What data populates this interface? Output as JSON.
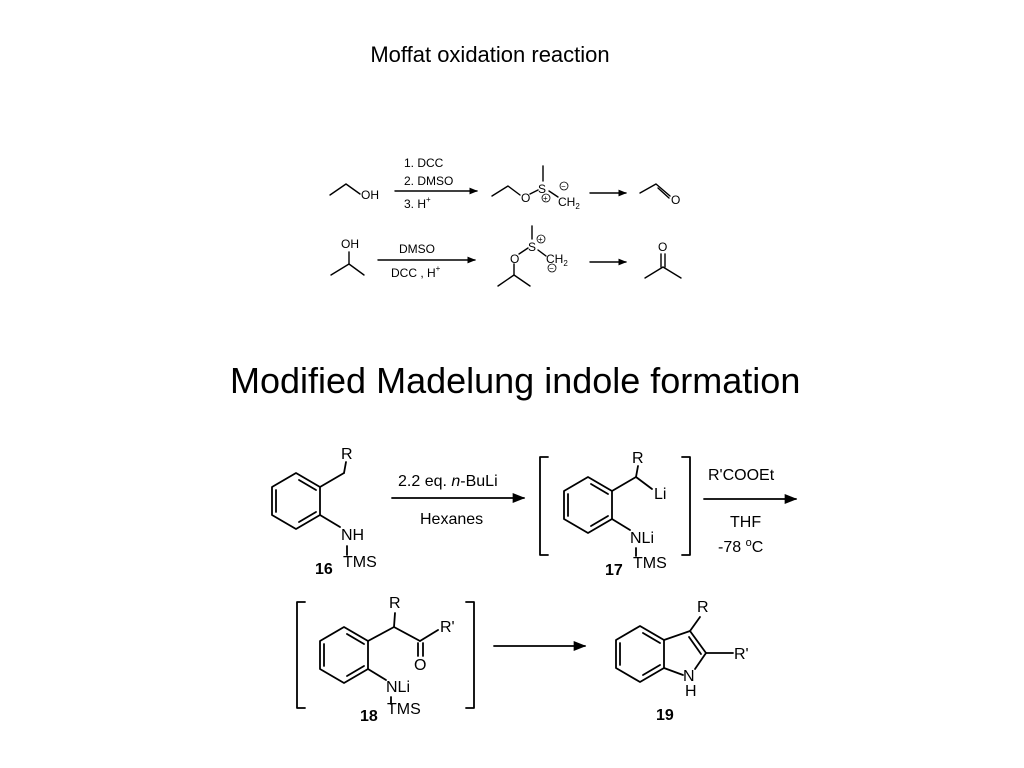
{
  "moffat": {
    "title": "Moffat oxidation reaction",
    "r1": {
      "substrate_oh": "OH",
      "cond1": "1. DCC",
      "cond2": "2. DMSO",
      "cond3": "3. H",
      "cond3_sup": "+",
      "int_o": "O",
      "int_s": "S",
      "int_plus": "+",
      "int_minus": "−",
      "int_ch": "CH",
      "int_ch_sub": "2",
      "product_o": "O"
    },
    "r2": {
      "substrate_oh": "OH",
      "cond_top": "DMSO",
      "cond_bottom": "DCC , H",
      "cond_bottom_sup": "+",
      "int_o": "O",
      "int_s": "S",
      "int_plus": "+",
      "int_minus": "−",
      "int_ch": "CH",
      "int_ch_sub": "2",
      "product_o": "O"
    }
  },
  "madelung": {
    "title": "Modified Madelung indole formation",
    "c16": {
      "r": "R",
      "nh": "NH",
      "tms": "TMS",
      "num": "16"
    },
    "step1": {
      "reagent_pre": "2.2 eq. ",
      "reagent_it": "n",
      "reagent_post": "-BuLi",
      "solvent": "Hexanes"
    },
    "c17": {
      "r": "R",
      "li": "Li",
      "nli": "NLi",
      "tms": "TMS",
      "num": "17"
    },
    "step2": {
      "reagent": "R'COOEt",
      "solvent": "THF",
      "temp_pre": "-78 ",
      "temp_sup": "o",
      "temp_post": "C"
    },
    "c18": {
      "r": "R",
      "rp": "R'",
      "o": "O",
      "nli": "NLi",
      "tms": "TMS",
      "num": "18"
    },
    "c19": {
      "r": "R",
      "rp": "R'",
      "n": "N",
      "h": "H",
      "num": "19"
    }
  }
}
